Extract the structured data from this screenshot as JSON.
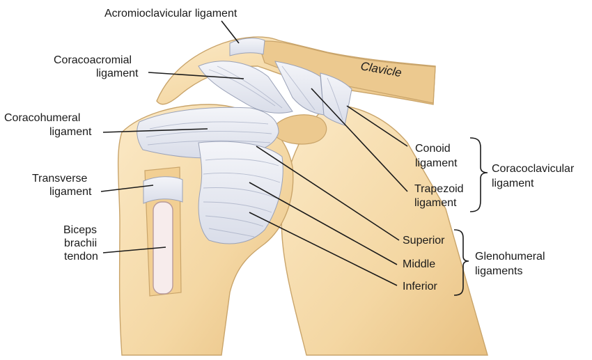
{
  "labels": {
    "acromioclavicular": "Acromioclavicular ligament",
    "coracoacromial_1": "Coracoacromial",
    "coracoacromial_2": "ligament",
    "coracohumeral_1": "Coracohumeral",
    "coracohumeral_2": "ligament",
    "transverse_1": "Transverse",
    "transverse_2": "ligament",
    "biceps_1": "Biceps",
    "biceps_2": "brachii",
    "biceps_3": "tendon",
    "clavicle": "Clavicle",
    "conoid_1": "Conoid",
    "conoid_2": "ligament",
    "trapezoid_1": "Trapezoid",
    "trapezoid_2": "ligament",
    "coracoclavicular_1": "Coracoclavicular",
    "coracoclavicular_2": "ligament",
    "superior": "Superior",
    "middle": "Middle",
    "inferior": "Inferior",
    "glenohumeral_1": "Glenohumeral",
    "glenohumeral_2": "ligaments"
  },
  "colors": {
    "bone": "#f6ddb0",
    "bone_shadow": "#e9c385",
    "ligament": "#e6e9f2",
    "leader_line": "#1a1a1a"
  }
}
